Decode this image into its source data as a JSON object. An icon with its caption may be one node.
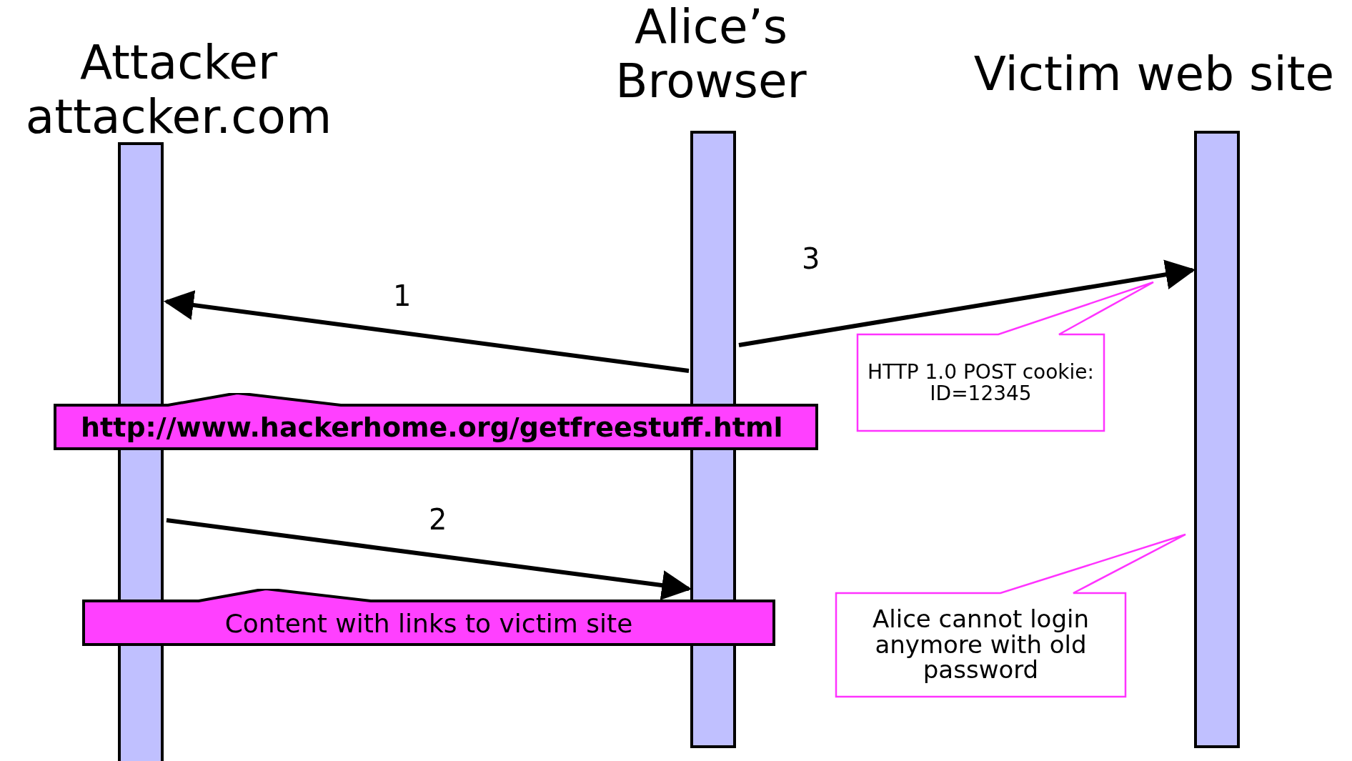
{
  "diagram": {
    "nodes": [
      {
        "text": [
          "Attacker attacker.com"
        ]
      },
      {
        "text": [
          "Alice’s Browser"
        ]
      },
      {
        "text": [
          "Victim web site"
        ]
      },
      {
        "text": [
          "http://www.hackerhome.org/getfreestuff.html"
        ]
      },
      {
        "text": [
          "Content with links to victim site"
        ]
      },
      {
        "text": [
          "HTTP 1.0 POST cookie: ID=12345"
        ]
      },
      {
        "text": [
          "Alice cannot login anymore with old password"
        ]
      }
    ],
    "edges": [
      {
        "from": 1,
        "to": 0,
        "arrow": "to",
        "label": "1"
      },
      {
        "from": 0,
        "to": 1,
        "arrow": "to",
        "label": "2"
      },
      {
        "from": 1,
        "to": 2,
        "arrow": "to",
        "label": "3"
      }
    ]
  }
}
